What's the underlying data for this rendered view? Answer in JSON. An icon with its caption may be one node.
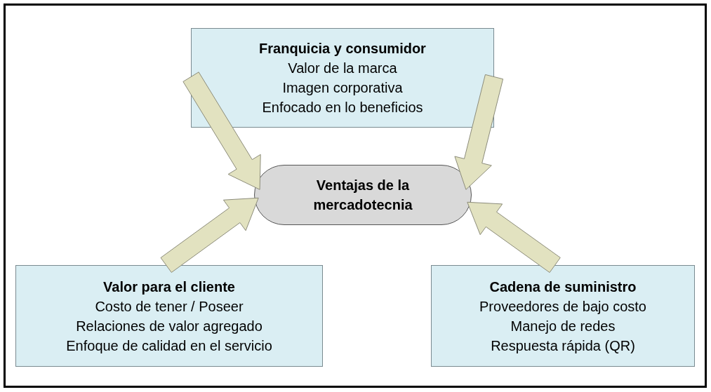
{
  "diagram": {
    "nodes": [
      {
        "text": [
          "Franquicia y consumidor",
          "Valor de la marca",
          "Imagen corporativa",
          "Enfocado en lo beneficios"
        ]
      },
      {
        "text": [
          "Ventajas de la mercadotecnia"
        ]
      },
      {
        "text": [
          "Valor para el cliente",
          "Costo de tener / Poseer",
          "Relaciones de valor agregado",
          "Enfoque de calidad en el servicio"
        ]
      },
      {
        "text": [
          "Cadena de suministro",
          "Proveedores de bajo costo",
          "Manejo de redes",
          "Respuesta rápida (QR)"
        ]
      }
    ],
    "edges": [
      {
        "from": 0,
        "to": 1,
        "arrow": "to"
      },
      {
        "from": 0,
        "to": 1,
        "arrow": "to"
      },
      {
        "from": 2,
        "to": 1,
        "arrow": "to"
      },
      {
        "from": 3,
        "to": 1,
        "arrow": "to"
      }
    ]
  }
}
